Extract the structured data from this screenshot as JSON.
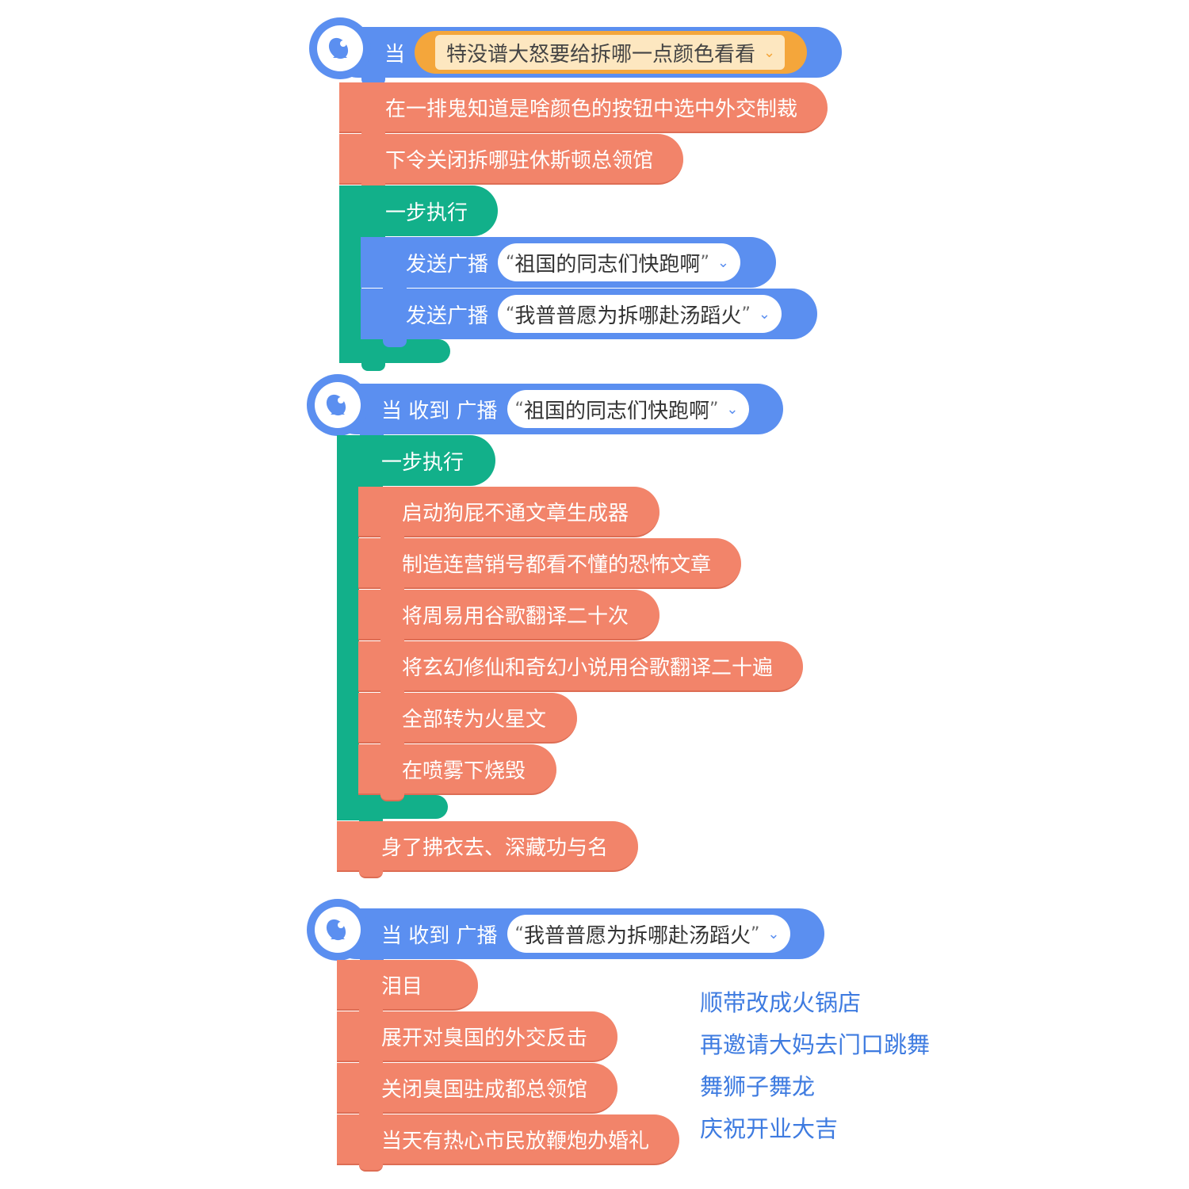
{
  "script1": {
    "hat_label": "当",
    "hat_select": "特没谱大怒要给拆哪一点颜色看看",
    "stack": [
      "在一排鬼知道是啥颜色的按钮中选中外交制裁",
      "下令关闭拆哪驻休斯顿总领馆"
    ],
    "async_label": "一步执行",
    "broadcast_label": "发送广播",
    "broadcasts": [
      "祖国的同志们快跑啊",
      "我普普愿为拆哪赴汤蹈火"
    ]
  },
  "script2": {
    "hat_label": "当 收到 广播",
    "hat_value": "祖国的同志们快跑啊",
    "async_label": "一步执行",
    "inner": [
      "启动狗屁不通文章生成器",
      "制造连营销号都看不懂的恐怖文章",
      "将周易用谷歌翻译二十次",
      "将玄幻修仙和奇幻小说用谷歌翻译二十遍",
      "全部转为火星文",
      "在喷雾下烧毁"
    ],
    "after": "身了拂衣去、深藏功与名"
  },
  "script3": {
    "hat_label": "当 收到 广播",
    "hat_value": "我普普愿为拆哪赴汤蹈火",
    "stack": [
      "泪目",
      "展开对臭国的外交反击",
      "关闭臭国驻成都总领馆",
      "当天有热心市民放鞭炮办婚礼"
    ]
  },
  "side_notes": [
    "顺带改成火锅店",
    "再邀请大妈去门口跳舞",
    "舞狮子舞龙",
    "庆祝开业大吉"
  ],
  "quote_open": "“",
  "quote_close": "”",
  "colors": {
    "event": "#5b8ff0",
    "action": "#f2846a",
    "control": "#12b08a",
    "note": "#3e7be0",
    "select": "#f4a63b"
  },
  "icon": "satellite-dish-icon"
}
